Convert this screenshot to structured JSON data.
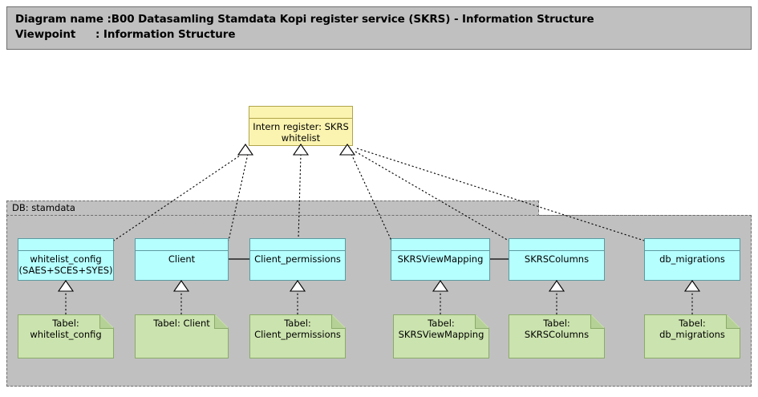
{
  "header": {
    "line1_key": "Diagram name :",
    "line1_value": "B00 Datasamling Stamdata Kopi register service (SKRS) - Information Structure",
    "line2_key": "Viewpoint",
    "line2_value": ": Information Structure",
    "background_color": "#c0c0c0",
    "border_color": "#6e6e6e"
  },
  "root_object": {
    "label": "Intern register: SKRS\nwhitelist",
    "fill_color": "#fbf4b0",
    "border_color": "#b0a44a"
  },
  "group": {
    "label": "DB: stamdata",
    "fill_color": "#c0c0c0",
    "border_color": "#6e6e6e",
    "border_style": "dashed"
  },
  "data_objects": [
    {
      "label": "whitelist_config\n(SAES+SCES+SYES)",
      "fill_color": "#b6ffff",
      "border_color": "#5a9aa0"
    },
    {
      "label": "Client",
      "fill_color": "#b6ffff",
      "border_color": "#5a9aa0"
    },
    {
      "label": "Client_permissions",
      "fill_color": "#b6ffff",
      "border_color": "#5a9aa0"
    },
    {
      "label": "SKRSViewMapping",
      "fill_color": "#b6ffff",
      "border_color": "#5a9aa0"
    },
    {
      "label": "SKRSColumns",
      "fill_color": "#b6ffff",
      "border_color": "#5a9aa0"
    },
    {
      "label": "db_migrations",
      "fill_color": "#b6ffff",
      "border_color": "#5a9aa0"
    }
  ],
  "artifacts": [
    {
      "label": "Tabel:\nwhitelist_config",
      "fill_color": "#cbe3ae",
      "border_color": "#8aab69"
    },
    {
      "label": "Tabel: Client",
      "fill_color": "#cbe3ae",
      "border_color": "#8aab69"
    },
    {
      "label": "Tabel:\nClient_permissions",
      "fill_color": "#cbe3ae",
      "border_color": "#8aab69"
    },
    {
      "label": "Tabel:\nSKRSViewMapping",
      "fill_color": "#cbe3ae",
      "border_color": "#8aab69"
    },
    {
      "label": "Tabel: SKRSColumns",
      "fill_color": "#cbe3ae",
      "border_color": "#8aab69"
    },
    {
      "label": "Tabel: db_migrations",
      "fill_color": "#cbe3ae",
      "border_color": "#8aab69"
    }
  ],
  "relationships": {
    "realization_style": "dotted-line-hollow-triangle",
    "association_style": "solid-line",
    "from_root_to_objects": [
      "whitelist_config (SAES+SCES+SYES)",
      "Client",
      "Client_permissions",
      "SKRSViewMapping",
      "SKRSColumns",
      "db_migrations"
    ],
    "from_objects_to_artifacts": [
      "whitelist_config → Tabel: whitelist_config",
      "Client → Tabel: Client",
      "Client_permissions → Tabel: Client_permissions",
      "SKRSViewMapping → Tabel: SKRSViewMapping",
      "SKRSColumns → Tabel: SKRSColumns",
      "db_migrations → Tabel: db_migrations"
    ],
    "associations": [
      "Client — Client_permissions",
      "SKRSViewMapping — SKRSColumns"
    ]
  }
}
